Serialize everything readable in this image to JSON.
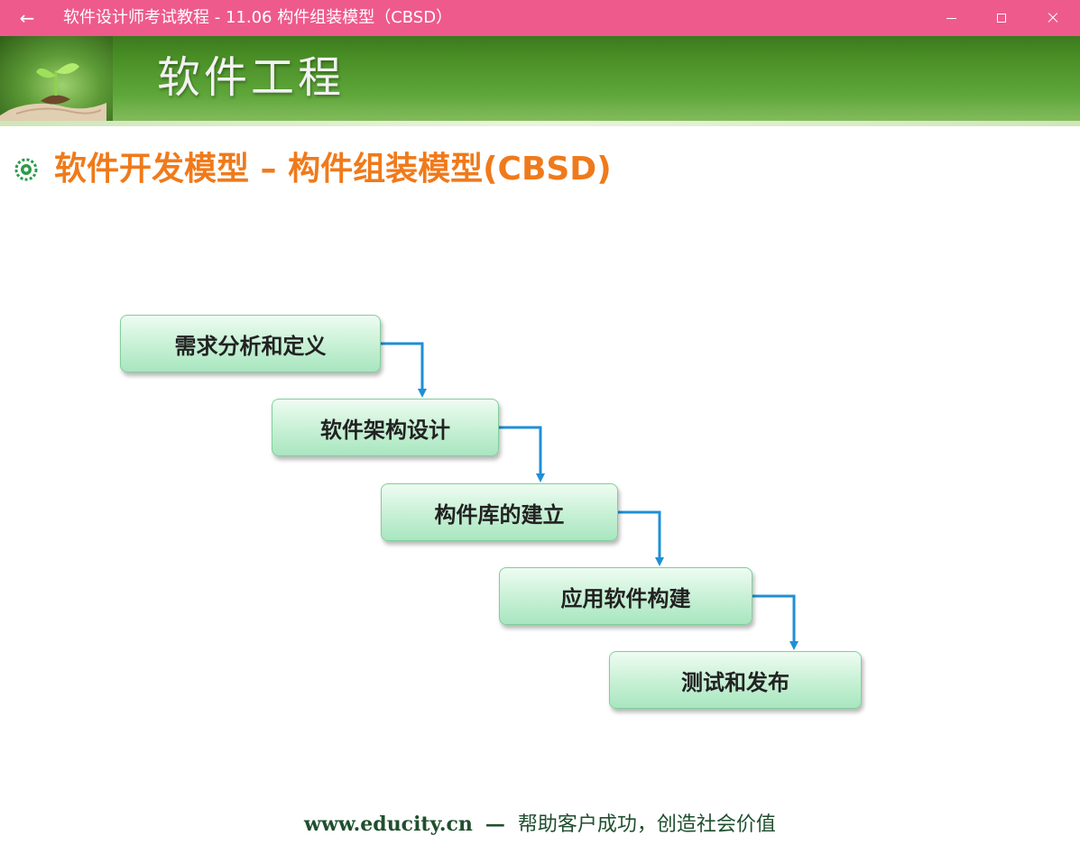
{
  "window": {
    "title": "软件设计师考试教程 - 11.06  构件组装模型（CBSD）",
    "back_icon": "arrow-left-icon",
    "accent": "#ee5a8c"
  },
  "slide": {
    "banner_title": "软件工程",
    "heading": "软件开发模型 – 构件组装模型(CBSD)",
    "heading_color": "#f07a1a",
    "banner_color": "#4a8f26",
    "steps": [
      {
        "label": "需求分析和定义"
      },
      {
        "label": "软件架构设计"
      },
      {
        "label": "构件库的建立"
      },
      {
        "label": "应用软件构建"
      },
      {
        "label": "测试和发布"
      }
    ],
    "connector_color": "#1f8fd6",
    "footer": {
      "url": "www.educity.cn",
      "dash": "—",
      "slogan": "帮助客户成功，创造社会价值"
    }
  }
}
